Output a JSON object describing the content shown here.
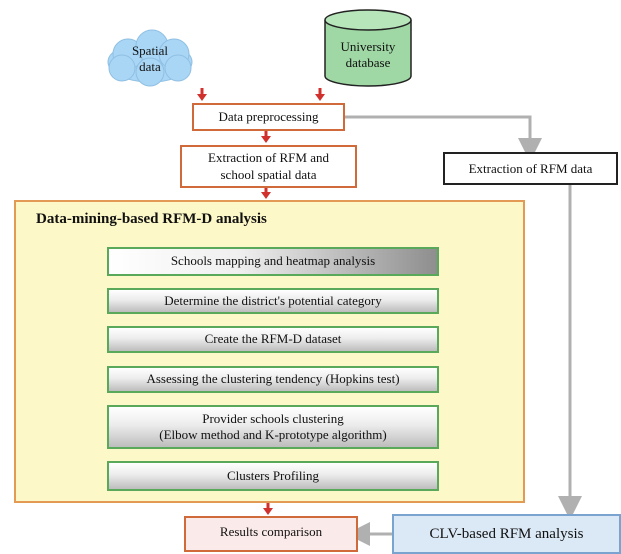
{
  "sources": {
    "spatial_data": "Spatial\ndata",
    "university_database": "University\ndatabase"
  },
  "boxes": {
    "data_preprocessing": "Data preprocessing",
    "extraction_rfm_spatial": "Extraction of RFM and\nschool spatial data",
    "extraction_rfm_data": "Extraction of RFM data",
    "results_comparison": "Results comparison",
    "clv_based_rfm": "CLV-based RFM analysis"
  },
  "panel": {
    "title": "Data-mining-based RFM-D analysis",
    "steps": [
      "Schools mapping and heatmap analysis",
      "Determine the district's potential category",
      "Create the RFM-D dataset",
      "Assessing the clustering tendency (Hopkins test)",
      "Provider schools clustering\n(Elbow method and K-prototype algorithm)",
      "Clusters Profiling"
    ]
  },
  "colors": {
    "arrow_red": "#d0312d",
    "connector_gray": "#b0b0b0",
    "cloud_blue": "#a9d6f5",
    "cylinder_green": "#9fd8a4",
    "panel_fill": "#fdf8c8",
    "step_border": "#5aa85a"
  }
}
